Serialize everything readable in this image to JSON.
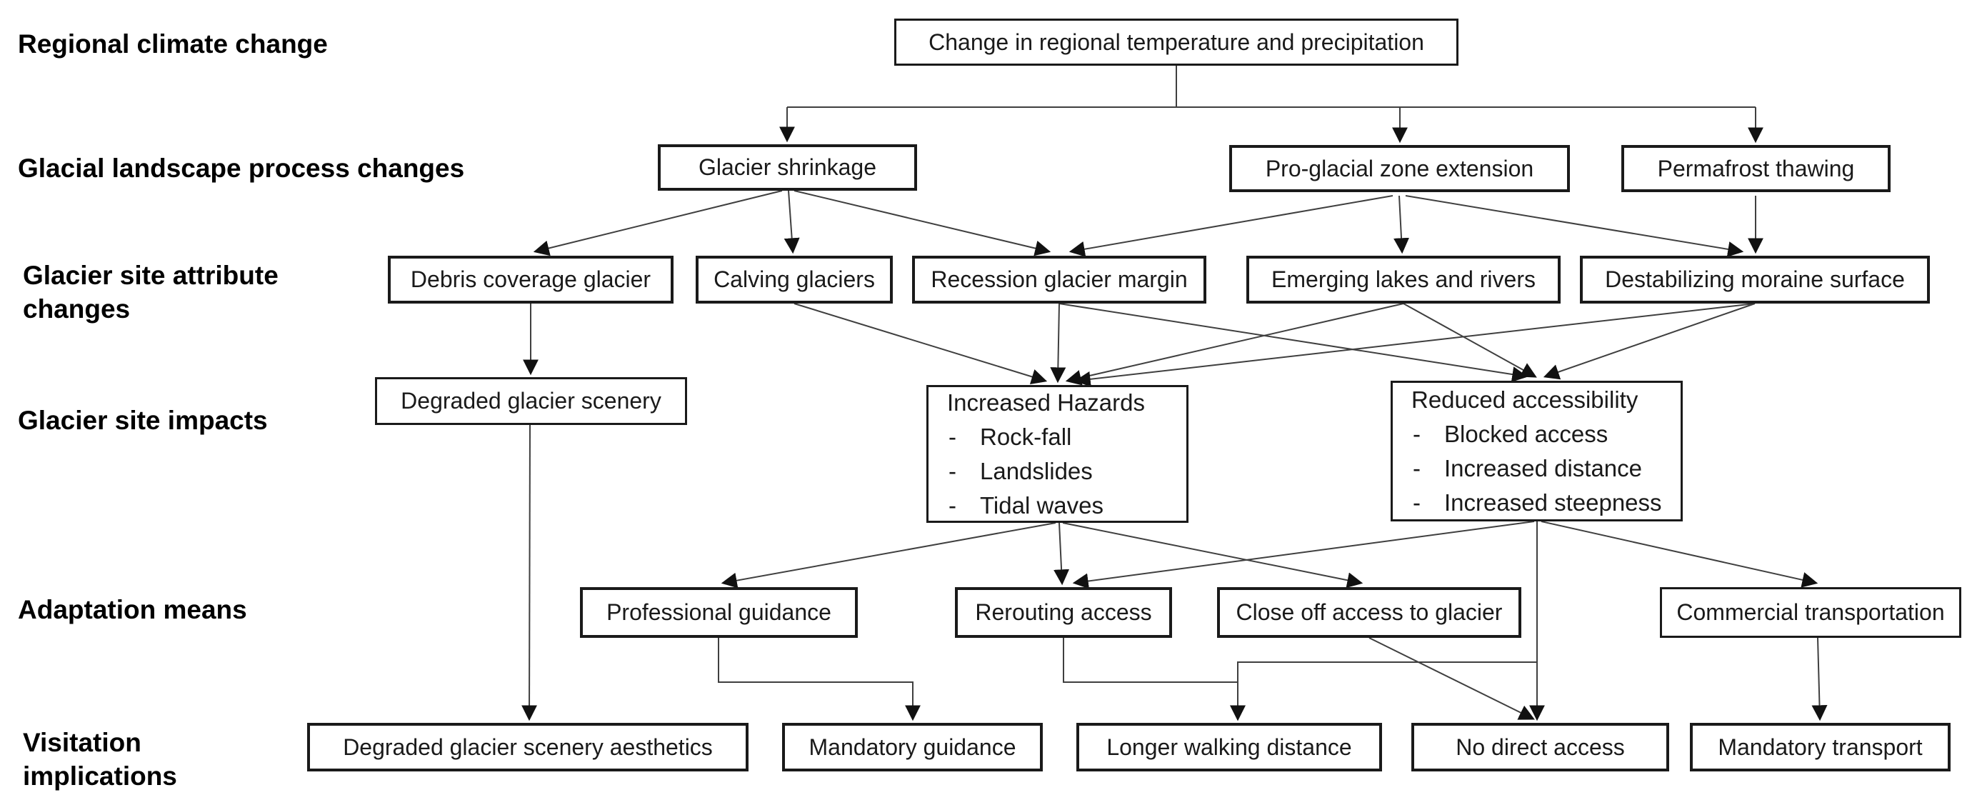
{
  "diagram": {
    "row_labels": [
      "Regional climate change",
      "Glacial landscape process changes",
      "Glacier site attribute changes",
      "Glacier site impacts",
      "Adaptation means",
      "Visitation implications"
    ],
    "bullet": "-",
    "nodes": {
      "change_regional": "Change in regional temperature and precipitation",
      "glacier_shrinkage": "Glacier shrinkage",
      "pro_glacial": "Pro-glacial zone extension",
      "permafrost": "Permafrost thawing",
      "debris": "Debris coverage glacier",
      "calving": "Calving glaciers",
      "recession": "Recession glacier margin",
      "emerging": "Emerging lakes and rivers",
      "destabilizing": "Destabilizing moraine surface",
      "degraded_scenery": "Degraded glacier scenery",
      "increased_hazards": {
        "title": "Increased Hazards",
        "items": [
          "Rock-fall",
          "Landslides",
          "Tidal waves"
        ]
      },
      "reduced_accessibility": {
        "title": "Reduced accessibility",
        "items": [
          "Blocked access",
          "Increased distance",
          "Increased steepness"
        ]
      },
      "professional_guidance": "Professional guidance",
      "rerouting": "Rerouting access",
      "close_off": "Close off access to glacier",
      "commercial": "Commercial transportation",
      "degraded_aesthetics": "Degraded glacier scenery aesthetics",
      "mandatory_guidance": "Mandatory guidance",
      "longer_walking": "Longer walking distance",
      "no_direct": "No direct access",
      "mandatory_transport": "Mandatory transport"
    },
    "edges": [
      {
        "from": "change_regional",
        "to": "glacier_shrinkage"
      },
      {
        "from": "change_regional",
        "to": "pro_glacial"
      },
      {
        "from": "change_regional",
        "to": "permafrost"
      },
      {
        "from": "glacier_shrinkage",
        "to": "debris"
      },
      {
        "from": "glacier_shrinkage",
        "to": "calving"
      },
      {
        "from": "glacier_shrinkage",
        "to": "recession"
      },
      {
        "from": "pro_glacial",
        "to": "recession"
      },
      {
        "from": "pro_glacial",
        "to": "emerging"
      },
      {
        "from": "pro_glacial",
        "to": "destabilizing"
      },
      {
        "from": "permafrost",
        "to": "destabilizing"
      },
      {
        "from": "debris",
        "to": "degraded_scenery"
      },
      {
        "from": "calving",
        "to": "increased_hazards"
      },
      {
        "from": "recession",
        "to": "increased_hazards"
      },
      {
        "from": "emerging",
        "to": "increased_hazards"
      },
      {
        "from": "destabilizing",
        "to": "increased_hazards"
      },
      {
        "from": "recession",
        "to": "reduced_accessibility"
      },
      {
        "from": "emerging",
        "to": "reduced_accessibility"
      },
      {
        "from": "destabilizing",
        "to": "reduced_accessibility"
      },
      {
        "from": "degraded_scenery",
        "to": "degraded_aesthetics"
      },
      {
        "from": "increased_hazards",
        "to": "professional_guidance"
      },
      {
        "from": "increased_hazards",
        "to": "rerouting"
      },
      {
        "from": "increased_hazards",
        "to": "close_off"
      },
      {
        "from": "reduced_accessibility",
        "to": "rerouting"
      },
      {
        "from": "reduced_accessibility",
        "to": "no_direct"
      },
      {
        "from": "reduced_accessibility",
        "to": "longer_walking"
      },
      {
        "from": "reduced_accessibility",
        "to": "commercial"
      },
      {
        "from": "professional_guidance",
        "to": "mandatory_guidance"
      },
      {
        "from": "rerouting",
        "to": "longer_walking"
      },
      {
        "from": "close_off",
        "to": "no_direct"
      },
      {
        "from": "commercial",
        "to": "mandatory_transport"
      }
    ],
    "colors": {
      "background": "#ffffff",
      "box_border": "#1a1a1a",
      "text": "#1a1a1a",
      "connector": "#3f3f3f"
    }
  }
}
